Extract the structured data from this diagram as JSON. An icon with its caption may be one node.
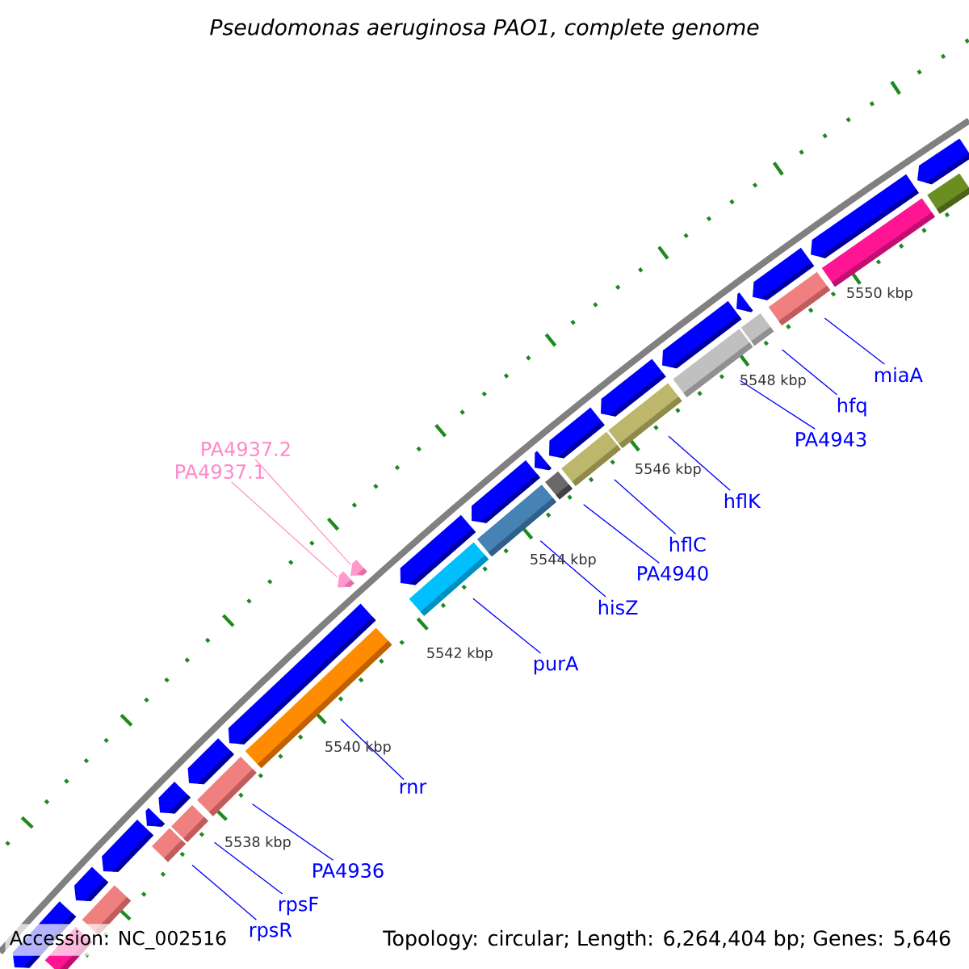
{
  "diagram": {
    "title": "Pseudomonas aeruginosa PAO1, complete genome",
    "nodes": [
      {
        "text": [
          "PA4937.2"
        ]
      },
      {
        "text": [
          "PA4937.1"
        ]
      },
      {
        "text": [],
        "shape": "triangle"
      },
      {
        "text": [],
        "shape": "triangle"
      },
      {
        "text": [],
        "shape": "pentagon"
      },
      {
        "text": [],
        "shape": "pentagon"
      },
      {
        "text": [],
        "shape": "pentagon"
      },
      {
        "text": [],
        "shape": "triangle"
      },
      {
        "text": [],
        "shape": "pentagon"
      },
      {
        "text": [],
        "shape": "pentagon"
      },
      {
        "text": [],
        "shape": "pentagon"
      },
      {
        "text": [],
        "shape": "pentagon"
      },
      {
        "text": [],
        "shape": "pentagon"
      },
      {
        "text": [],
        "shape": "triangle"
      },
      {
        "text": [],
        "shape": "pentagon"
      },
      {
        "text": [],
        "shape": "pentagon"
      },
      {
        "text": [],
        "shape": "pentagon"
      },
      {
        "text": [],
        "shape": "triangle"
      },
      {
        "text": [],
        "shape": "pentagon"
      },
      {
        "text": [],
        "shape": "pentagon"
      },
      {
        "text": [],
        "shape": "pentagon"
      },
      {
        "text": [],
        "shape": "bar"
      },
      {
        "text": [],
        "shape": "bar"
      },
      {
        "text": [],
        "shape": "bar"
      },
      {
        "text": [],
        "shape": "bar"
      },
      {
        "text": [],
        "shape": "bar"
      },
      {
        "text": [],
        "shape": "bar"
      },
      {
        "text": [],
        "shape": "bar"
      },
      {
        "text": [],
        "shape": "bar"
      },
      {
        "text": [],
        "shape": "bar"
      },
      {
        "text": [],
        "shape": "bar"
      },
      {
        "text": [],
        "shape": "bar"
      },
      {
        "text": [],
        "shape": "bar"
      },
      {
        "text": [],
        "shape": "bar"
      },
      {
        "text": [],
        "shape": "bar"
      },
      {
        "text": [],
        "shape": "bar"
      },
      {
        "text": [],
        "shape": "bar"
      },
      {
        "text": [
          "rpsR"
        ]
      },
      {
        "text": [
          "rpsF"
        ]
      },
      {
        "text": [
          "PA4936"
        ]
      },
      {
        "text": [
          "rnr"
        ]
      },
      {
        "text": [
          "purA"
        ]
      },
      {
        "text": [
          "hisZ"
        ]
      },
      {
        "text": [
          "PA4940"
        ]
      },
      {
        "text": [
          "hflC"
        ]
      },
      {
        "text": [
          "hflK"
        ]
      },
      {
        "text": [
          "PA4943"
        ]
      },
      {
        "text": [
          "hfq"
        ]
      },
      {
        "text": [
          "miaA"
        ]
      }
    ],
    "edges": [
      {
        "from": 0,
        "to": 3,
        "arrow": "none",
        "color": "#ff99cc"
      },
      {
        "from": 1,
        "to": 2,
        "arrow": "none",
        "color": "#ff99cc"
      },
      {
        "from": 37,
        "to": 23,
        "arrow": "none"
      },
      {
        "from": 38,
        "to": 24,
        "arrow": "none"
      },
      {
        "from": 39,
        "to": 25,
        "arrow": "none"
      },
      {
        "from": 40,
        "to": 26,
        "arrow": "none"
      },
      {
        "from": 41,
        "to": 27,
        "arrow": "none"
      },
      {
        "from": 42,
        "to": 28,
        "arrow": "none"
      },
      {
        "from": 43,
        "to": 29,
        "arrow": "none"
      },
      {
        "from": 44,
        "to": 30,
        "arrow": "none"
      },
      {
        "from": 45,
        "to": 31,
        "arrow": "none"
      },
      {
        "from": 46,
        "to": 32,
        "arrow": "none"
      },
      {
        "from": 47,
        "to": 33,
        "arrow": "none"
      },
      {
        "from": 48,
        "to": 34,
        "arrow": "none"
      }
    ],
    "labels": [
      "5538 kbp",
      "5540 kbp",
      "5542 kbp",
      "5544 kbp",
      "5546 kbp",
      "5548 kbp",
      "5550 kbp",
      "Accession: NC_002516",
      "Topology: circular; Length: 6,264,404 bp; Genes: 5,646"
    ]
  }
}
